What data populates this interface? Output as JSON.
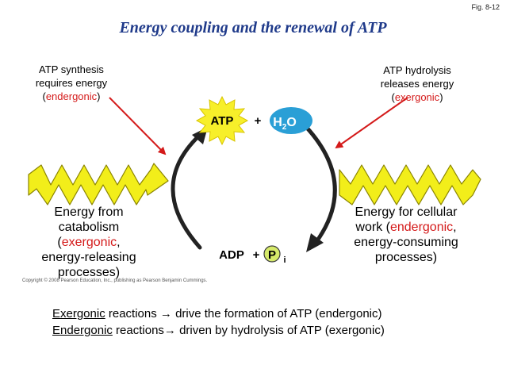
{
  "figure_label": "Fig. 8-12",
  "title": "Energy coupling and the renewal of ATP",
  "left_note": {
    "line1": "ATP synthesis",
    "line2": "requires energy",
    "open": "(",
    "highlight": "endergonic",
    "close": ")"
  },
  "right_note": {
    "line1": "ATP hydrolysis",
    "line2": "releases energy",
    "open": "(",
    "highlight": "exergonic",
    "close": ")"
  },
  "cycle": {
    "atp": "ATP",
    "plus_top": "+",
    "water_h": "H",
    "water_sub": "2",
    "water_o": "O",
    "adp": "ADP",
    "plus_bottom": "+",
    "phosphate": "P",
    "phosphate_sub": "i"
  },
  "catabolism": {
    "line1": "Energy from",
    "line2": "catabolism",
    "open": "(",
    "highlight": "exergonic",
    "close": ",",
    "line4": "energy-releasing",
    "line5": "processes)"
  },
  "cellular_work": {
    "line1": "Energy for cellular",
    "line2_pre": "work (",
    "highlight": "endergonic",
    "line2_post": ",",
    "line3": "energy-consuming",
    "line4": "processes)"
  },
  "copyright": "Copyright © 2008 Pearson Education, Inc., publishing as Pearson Benjamin Cummings.",
  "summary": {
    "line1_term": "Exergonic",
    "line1_rest": " reactions → drive the formation of ATP (endergonic)",
    "line2_term": "Endergonic",
    "line2_rest": " reactions→ driven by hydrolysis of ATP (exergonic)"
  },
  "colors": {
    "title": "#1f3a8a",
    "accent_red": "#d41a1a",
    "zigzag_yellow": "#f2ee1a",
    "water_blue": "#2a9fd6",
    "phosphate_green": "#d6ea6a",
    "cycle_arrow": "#222222"
  }
}
